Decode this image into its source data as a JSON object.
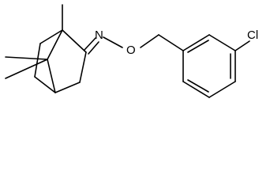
{
  "molecule": {
    "atoms": {
      "imine_n": "N",
      "ether_o": "O",
      "chlorine": "Cl"
    }
  }
}
